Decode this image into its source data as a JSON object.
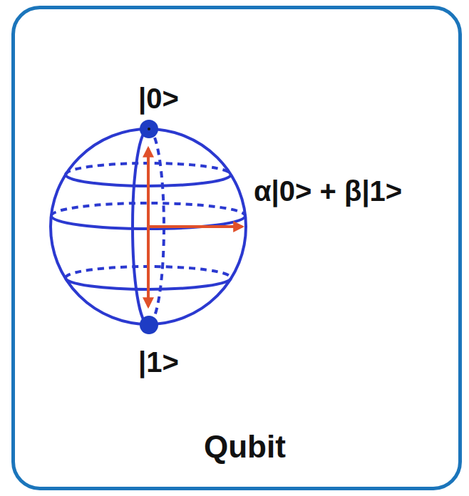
{
  "diagram": {
    "nodes": [
      {
        "text": [
          "Qubit"
        ]
      }
    ],
    "labels": [
      "|0>",
      "α|0> + β|1>",
      "|1>"
    ]
  }
}
